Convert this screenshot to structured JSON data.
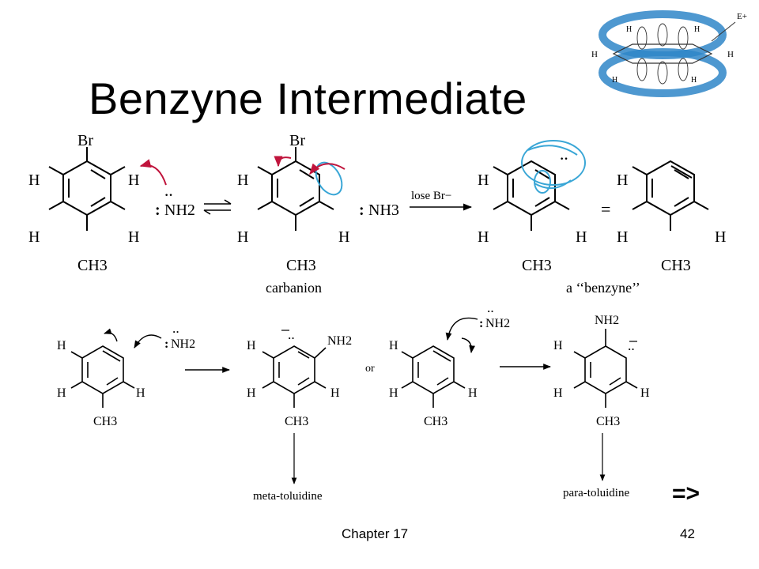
{
  "slide": {
    "title": "Benzyne Intermediate",
    "footer_left": "Chapter 17",
    "footer_right": "42",
    "next_marker": "=>"
  },
  "colors": {
    "arrow_red": "#c0143c",
    "orbital_blue": "#39a6d6",
    "torus_blue": "#2f86c8"
  },
  "pi_cloud_inset": {
    "electrophile": "E+",
    "h": "H"
  },
  "reaction_top": {
    "atoms": {
      "br": "Br",
      "h": "H",
      "ch3": "CH3",
      "nh2": "NH2",
      "nh3": "NH3"
    },
    "arrow_label": "lose Br−",
    "equals": "=",
    "caption_carbanion": "carbanion",
    "caption_benzyne": "a ‘‘benzyne’’"
  },
  "reaction_bottom": {
    "atoms": {
      "h": "H",
      "ch3": "CH3",
      "nh2": "NH2"
    },
    "or": "or",
    "product_meta": "meta-toluidine",
    "product_para": "para-toluidine"
  }
}
